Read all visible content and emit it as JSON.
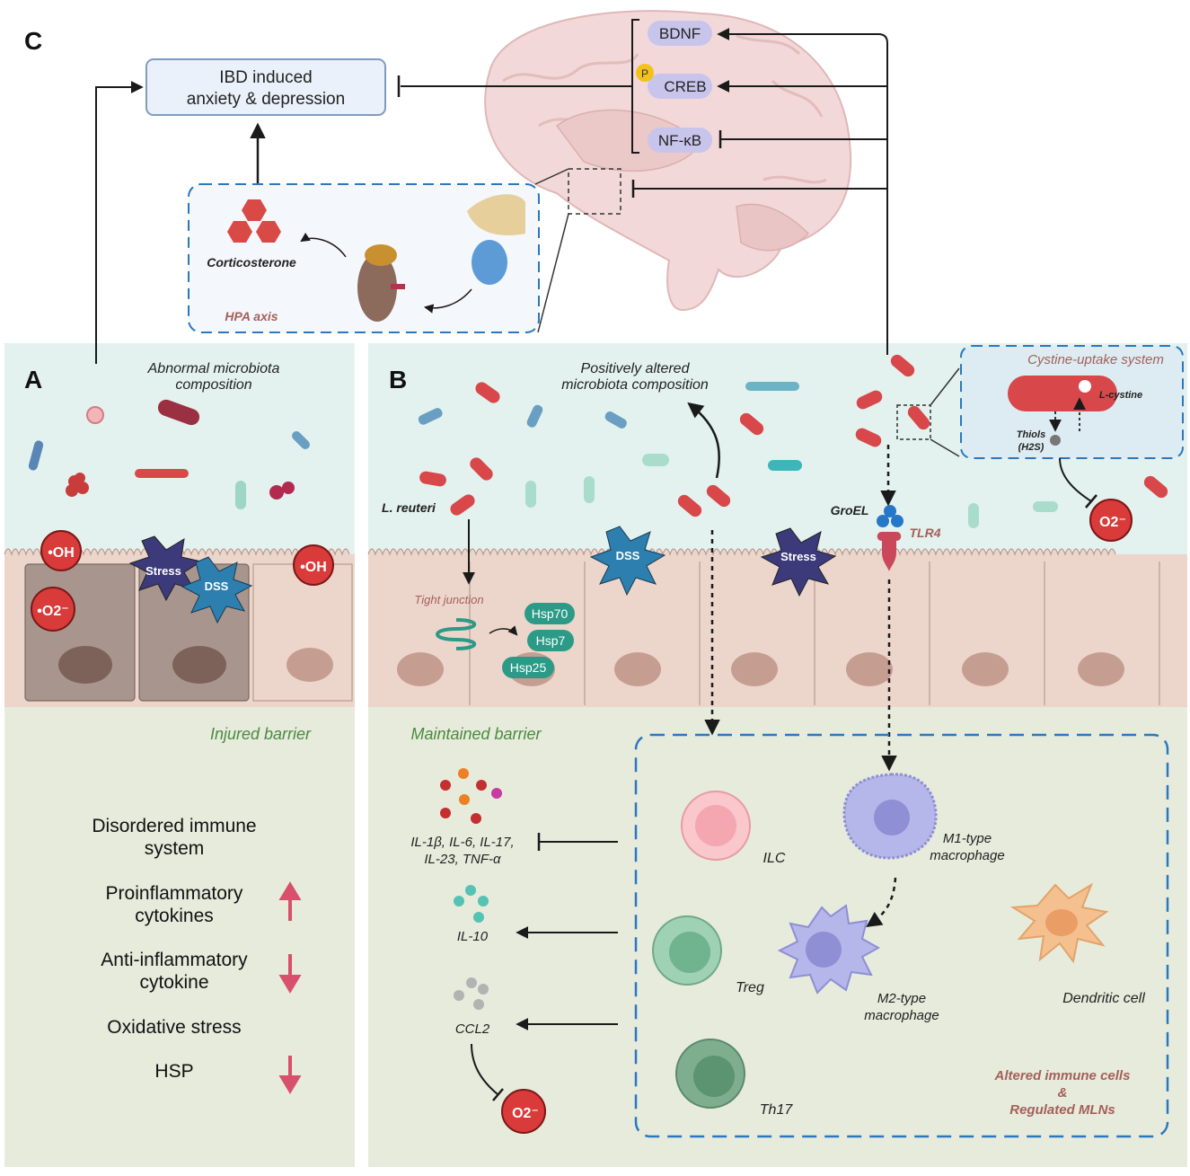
{
  "panel_letters": {
    "a": "A",
    "b": "B",
    "c": "C"
  },
  "brain_box": {
    "line1": "IBD induced",
    "line2": "anxiety & depression"
  },
  "brain_markers": {
    "bdnf": "BDNF",
    "creb": "CREB",
    "phospho": "P",
    "nfkb": "NF-κB"
  },
  "hpa": {
    "title": "HPA axis",
    "hormone": "Corticosterone"
  },
  "panel_a": {
    "microbiota_line1": "Abnormal  microbiota",
    "microbiota_line2": "composition",
    "oh": "•OH",
    "o2": "•O2⁻",
    "stress": "Stress",
    "dss": "DSS",
    "barrier": "Injured barrier",
    "effects": [
      {
        "line1": "Disordered immune",
        "line2": "system",
        "arrow": "none"
      },
      {
        "line1": "Proinflammatory",
        "line2": "cytokines",
        "arrow": "up"
      },
      {
        "line1": "Anti-inflammatory",
        "line2": "cytokine",
        "arrow": "down"
      },
      {
        "line1": "Oxidative stress",
        "line2": "",
        "arrow": "none"
      },
      {
        "line1": "HSP",
        "line2": "",
        "arrow": "down"
      }
    ]
  },
  "panel_b": {
    "microbiota_line1": "Positively altered",
    "microbiota_line2": "microbiota composition",
    "lreuteri": "L. reuteri",
    "tight_junction": "Tight junction",
    "hsps": [
      "Hsp70",
      "Hsp7",
      "Hsp25"
    ],
    "dss": "DSS",
    "stress": "Stress",
    "groel": "GroEL",
    "tlr4": "TLR4",
    "cystine_title": "Cystine-uptake system",
    "lcystine": "L-cystine",
    "thiols1": "Thiols",
    "thiols2": "(H2S)",
    "o2": "O2⁻",
    "barrier": "Maintained barrier",
    "cyto_pro1": "IL-1β, IL-6, IL-17,",
    "cyto_pro2": "IL-23, TNF-α",
    "il10": "IL-10",
    "ccl2": "CCL2",
    "cells": {
      "ilc": "ILC",
      "m1_1": "M1-type",
      "m1_2": "macrophage",
      "treg": "Treg",
      "m2_1": "M2-type",
      "m2_2": "macrophage",
      "dc": "Dendritic cell",
      "th17": "Th17"
    },
    "mln1": "Altered immune cells",
    "mln2": "&",
    "mln3": "Regulated MLNs"
  },
  "colors": {
    "lumen": "#e3f2ee",
    "epithelium": "#ecd6cc",
    "lamina": "#e6ebdc",
    "dashed_blue": "#2b77c0",
    "bacteria_red": "#d8474a",
    "radical_red": "#d93a3a",
    "hsp_teal": "#2b9a87",
    "green_text": "#4c8a3e",
    "brown_text": "#a4605a"
  }
}
